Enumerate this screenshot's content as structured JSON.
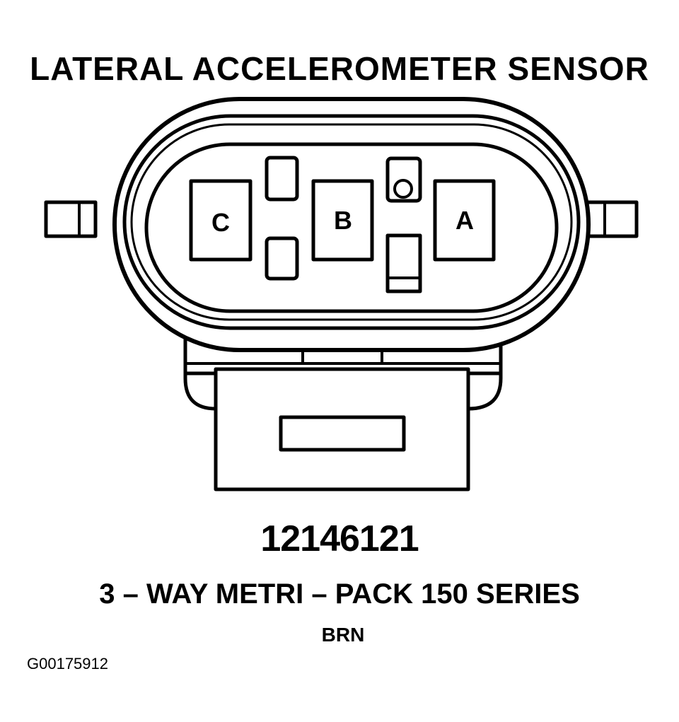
{
  "title": "LATERAL ACCELEROMETER SENSOR",
  "terminals": {
    "c": "C",
    "b": "B",
    "a": "A"
  },
  "part_number": "12146121",
  "series": "3 – WAY METRI – PACK 150 SERIES",
  "color_code": "BRN",
  "figure_id": "G00175912",
  "colors": {
    "line": "#000000",
    "background": "#ffffff"
  }
}
